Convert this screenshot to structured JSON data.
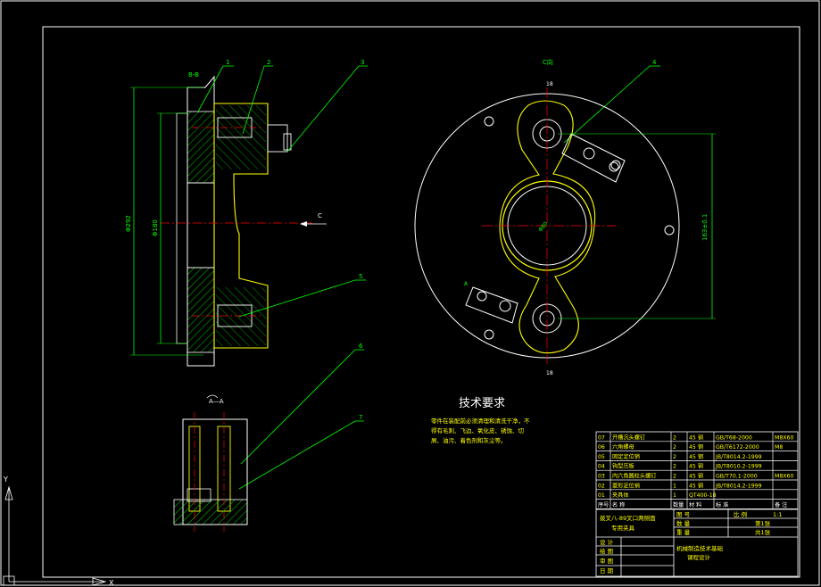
{
  "section_label": "B-B",
  "view_label_c": "C向",
  "arrow_label_c": "C",
  "view_label_a": "A",
  "detail_label_a": "A—A",
  "balloons": [
    "1",
    "2",
    "3",
    "4",
    "5",
    "6",
    "7"
  ],
  "dims": {
    "left_outer": "Φ292",
    "left_inner": "Φ180",
    "right_height": "163±0.1",
    "bore": "Φ80",
    "top_mark": "18",
    "bottom_mark": "18"
  },
  "tech": {
    "title": "技术要求",
    "line1": "零件在装配前必须清理和清洗干净，不",
    "line2": "得有毛刺、飞边、氧化皮、锈蚀、切",
    "line3": "屑、油污、着色剂和灰尘等。"
  },
  "bom": [
    {
      "no": "07",
      "name": "开槽沉头螺钉",
      "qty": "2",
      "mat": "45 钢",
      "std": "GB/T68-2000",
      "note": "M8X60"
    },
    {
      "no": "06",
      "name": "六角螺母",
      "qty": "2",
      "mat": "45 钢",
      "std": "GB/T6172-2000",
      "note": "M8"
    },
    {
      "no": "05",
      "name": "固定定位销",
      "qty": "2",
      "mat": "45 钢",
      "std": "JB/T8014.2-1999",
      "note": ""
    },
    {
      "no": "04",
      "name": "钩型压板",
      "qty": "2",
      "mat": "45 钢",
      "std": "JB/T8010.2-1999",
      "note": ""
    },
    {
      "no": "03",
      "name": "内六角圆柱头螺钉",
      "qty": "2",
      "mat": "45 钢",
      "std": "GB/T70.1-2000",
      "note": "M8X60"
    },
    {
      "no": "02",
      "name": "菱形定位销",
      "qty": "1",
      "mat": "45 钢",
      "std": "JB/T8014.2-1999",
      "note": ""
    },
    {
      "no": "01",
      "name": "夹具体",
      "qty": "1",
      "mat": "QT400-18",
      "std": "",
      "note": ""
    }
  ],
  "bom_header": {
    "no": "序号",
    "name": "名 称",
    "qty": "数量",
    "mat": "材 料",
    "std": "标 准",
    "note": "备 注"
  },
  "title_block": {
    "part_name_1": "拨叉八-89叉口两侧面",
    "part_name_2": "专用夹具",
    "drawing_no": "图 号",
    "scale_label": "比 例",
    "scale_value": "1:1",
    "qty_label": "数 量",
    "sheet": "第1张",
    "weight_label": "重 量",
    "total_sheets": "共1张",
    "design": "设 计",
    "drawing": "绘 图",
    "review": "审 图",
    "date": "日 期",
    "school_1": "机械制造技术基础",
    "school_2": "课程设计"
  },
  "ucs": {
    "x": "X",
    "y": "Y"
  },
  "colors": {
    "bg": "#000000",
    "border": "#ffffff",
    "outline": "#ffff00",
    "leader": "#00ff00",
    "center": "#ff0000",
    "hatch": "#00ff00"
  }
}
